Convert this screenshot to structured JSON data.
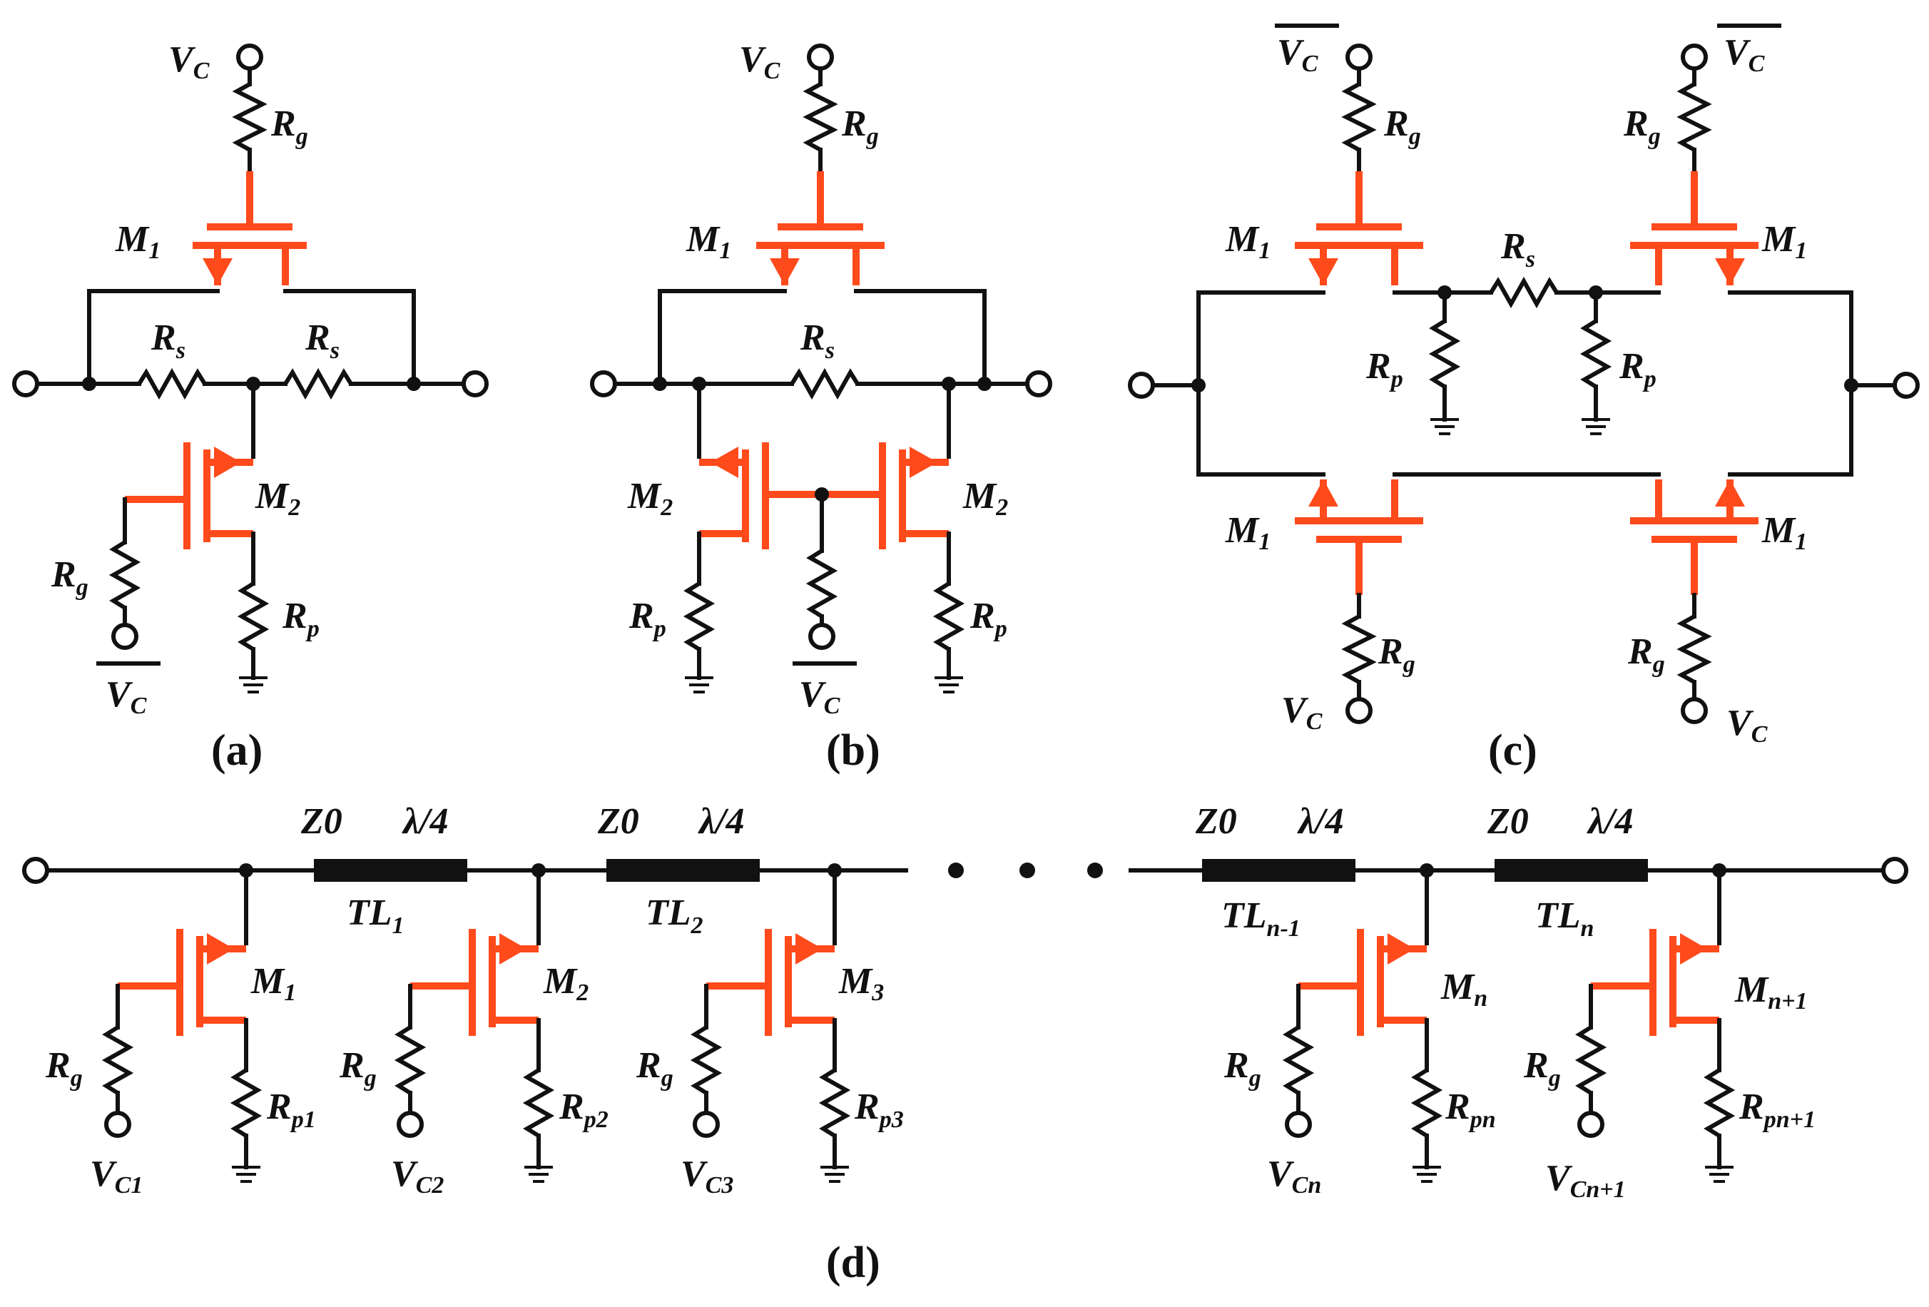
{
  "figure": {
    "panel_captions": [
      "(a)",
      "(b)",
      "(c)",
      "(d)"
    ],
    "labels": {
      "vc": "V",
      "vc_sub": "C",
      "rg": "R",
      "rg_sub": "g",
      "rs": "R",
      "rs_sub": "s",
      "rp": "R",
      "rp_sub": "p",
      "m": "M",
      "z0": "Z0",
      "lambda4": "λ/4",
      "tl": "TL"
    },
    "panel_d": {
      "transistors": [
        "1",
        "2",
        "3",
        "n",
        "n+1"
      ],
      "rp_subs": [
        "p1",
        "p2",
        "p3",
        "pn",
        "pn+1"
      ],
      "vc_subs": [
        "C1",
        "C2",
        "C3",
        "Cn",
        "Cn+1"
      ],
      "tl_subs": [
        "1",
        "2",
        "n-1",
        "n"
      ]
    },
    "colors": {
      "transistor": "#ff4a1c",
      "wire": "#111111",
      "background": "#ffffff"
    }
  }
}
